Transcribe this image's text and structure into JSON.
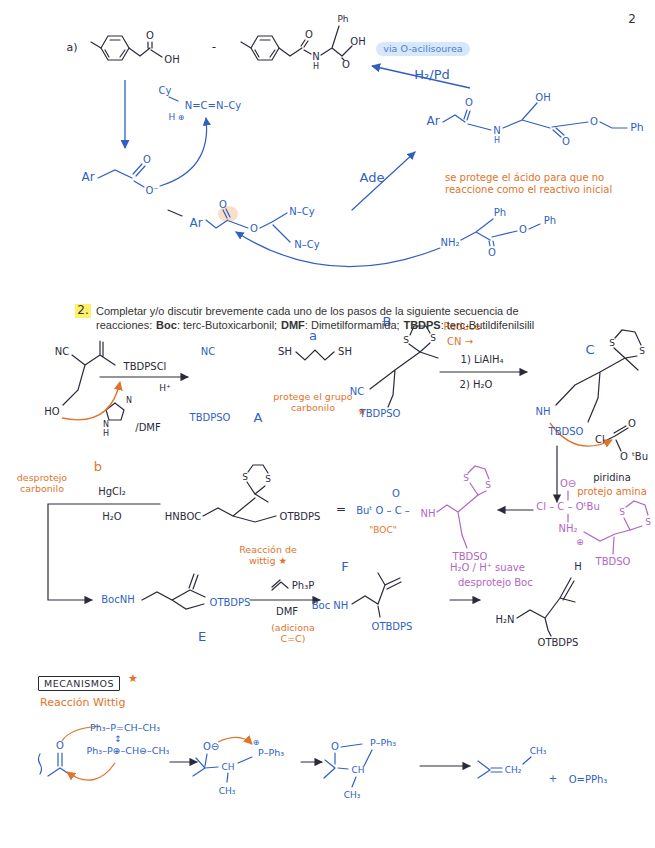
{
  "diagram": {
    "nodes": [
      {
        "text": [
          "via O-acilisourea"
        ]
      },
      {
        "text": [
          "MECANISMOS"
        ]
      }
    ],
    "labels": [
      "2",
      "a)",
      "O",
      "OH",
      "-",
      "O",
      "N",
      "H",
      "Ph",
      "OH",
      "O",
      "H₂/Pd",
      "Cy",
      "N=C=N–Cy",
      "H",
      "⊕",
      "Ar",
      "O",
      "O⁻",
      "Ar",
      "O",
      "O",
      "N–Cy",
      "N–Cy",
      "Ade",
      "Ar",
      "O",
      "N",
      "H",
      "OH",
      "O",
      "O",
      "Ph",
      "se protege el ácido para que no reaccione como el reactivo inicial",
      "Ph",
      "NH₂",
      "O",
      "O",
      "Ph",
      "2.",
      "Completar y/o discutir brevemente cada uno de los pasos de la siguiente secuencia de",
      "reacciones:",
      "Boc",
      ": terc-Butoxicarbonil;",
      "DMF",
      ": Dimetilformamida;",
      "TBDPS",
      ": terc-Butildifenilsilil",
      "NC",
      "HO",
      "TBDPSCl",
      "H⁺",
      "N",
      "N",
      "H",
      "/DMF",
      "NC",
      "TBDPSO",
      "A",
      "a",
      "SH",
      "SH",
      "protege el grupo carbonilo",
      "★",
      "B",
      "S",
      "S",
      "NC",
      "TBDPSO",
      "Reduce",
      "CN →",
      "1) LiAlH₄",
      "2) H₂O",
      "C",
      "S",
      "S",
      "NH",
      "TBDSO",
      "Cl",
      "O",
      "O",
      "ᵗBu",
      "piridina",
      "protejo amina",
      "desprotejo carbonilo",
      "b",
      "HgCl₂",
      "H₂O",
      "HNBOC",
      "S",
      "S",
      "OTBDPS",
      "=",
      "Buᵗ O – C –",
      "O",
      "NH",
      "\"BOC\"",
      "S",
      "S",
      "TBDSO",
      "O⊖",
      "Cl – C – OᵗBu",
      "NH₂",
      "⊕",
      "S",
      "S",
      "TBDSO",
      "BocNH",
      "OTBDPS",
      "E",
      "Reacción de wittig ★",
      "Ph₃P",
      "DMF",
      "(adiciona C=C)",
      "F",
      "Boc NH",
      "OTBDPS",
      "H₂O / H⁺ suave",
      "desprotejo Boc",
      "H₂N",
      "H",
      "OTBDPS",
      "★",
      "Reacción Wittig",
      "Ph₃–P=CH–CH₃",
      "↕",
      "Ph₃–P⊕–CH⊖–CH₃",
      "O",
      "O⊖",
      "CH",
      "P–Ph₃",
      "⊕",
      "CH₃",
      "O",
      "P–Ph₃",
      "CH",
      "CH₃",
      "CH₂",
      "CH₃",
      "+",
      "O=PPh₃"
    ]
  }
}
